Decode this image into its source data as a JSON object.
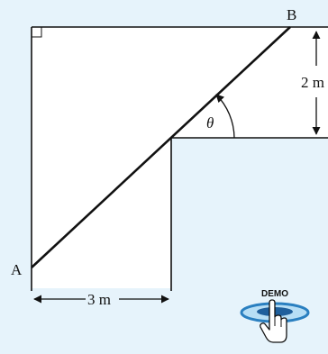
{
  "diagram": {
    "label_a": "A",
    "label_b": "B",
    "angle_label": "θ",
    "dim_vertical": "2 m",
    "dim_horizontal": "3 m"
  },
  "demo_button": {
    "label": "DEMO",
    "icon": "hand-pointer-icon"
  },
  "colors": {
    "background": "#e6f3fb",
    "white_region": "#ffffff",
    "line": "#111111",
    "demo_ring": "#2a7fc0"
  }
}
